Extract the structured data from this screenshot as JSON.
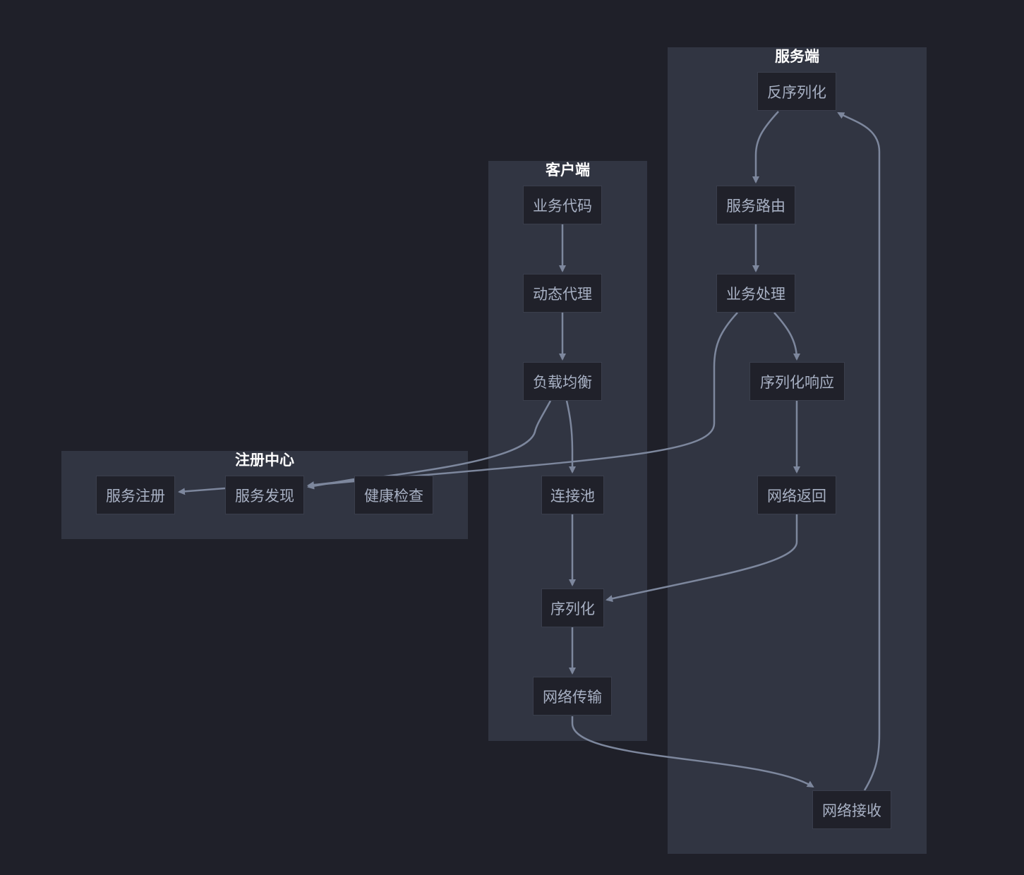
{
  "groups": {
    "server": {
      "title": "服务端"
    },
    "client": {
      "title": "客户端"
    },
    "registry": {
      "title": "注册中心"
    }
  },
  "nodes": {
    "deserialize": "反序列化",
    "service_route": "服务路由",
    "business_process": "业务处理",
    "serialize_response": "序列化响应",
    "network_return": "网络返回",
    "network_receive": "网络接收",
    "business_code": "业务代码",
    "dynamic_proxy": "动态代理",
    "load_balance": "负载均衡",
    "connection_pool": "连接池",
    "serialize": "序列化",
    "network_transmit": "网络传输",
    "service_register": "服务注册",
    "service_discovery": "服务发现",
    "health_check": "健康检查"
  },
  "edges": [
    [
      "business_code",
      "dynamic_proxy"
    ],
    [
      "dynamic_proxy",
      "load_balance"
    ],
    [
      "load_balance",
      "service_discovery"
    ],
    [
      "load_balance",
      "connection_pool"
    ],
    [
      "connection_pool",
      "serialize"
    ],
    [
      "serialize",
      "network_transmit"
    ],
    [
      "network_transmit",
      "network_receive"
    ],
    [
      "network_receive",
      "deserialize"
    ],
    [
      "deserialize",
      "service_route"
    ],
    [
      "service_route",
      "business_process"
    ],
    [
      "business_process",
      "serialize_response"
    ],
    [
      "business_process",
      "service_discovery"
    ],
    [
      "serialize_response",
      "network_return"
    ],
    [
      "network_return",
      "serialize"
    ],
    [
      "service_discovery",
      "service_register"
    ],
    [
      "health_check",
      "service_discovery"
    ]
  ],
  "colors": {
    "background": "#1f2029",
    "group_fill": "#313542",
    "node_fill": "#20212a",
    "node_text": "#a8b1c4",
    "edge": "#7d879d"
  }
}
